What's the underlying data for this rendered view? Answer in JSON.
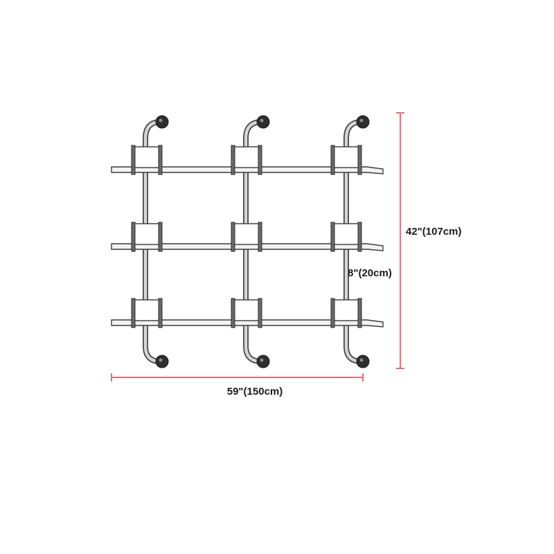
{
  "dimensions": {
    "height": {
      "label": "42\"(107cm)"
    },
    "width": {
      "label": "59\"(150cm)"
    },
    "spacing": {
      "label": "8\"(20cm)"
    }
  },
  "colors": {
    "dimension_line": "#e0707a",
    "pipe": "#444444",
    "label": "#1a1a1a"
  }
}
